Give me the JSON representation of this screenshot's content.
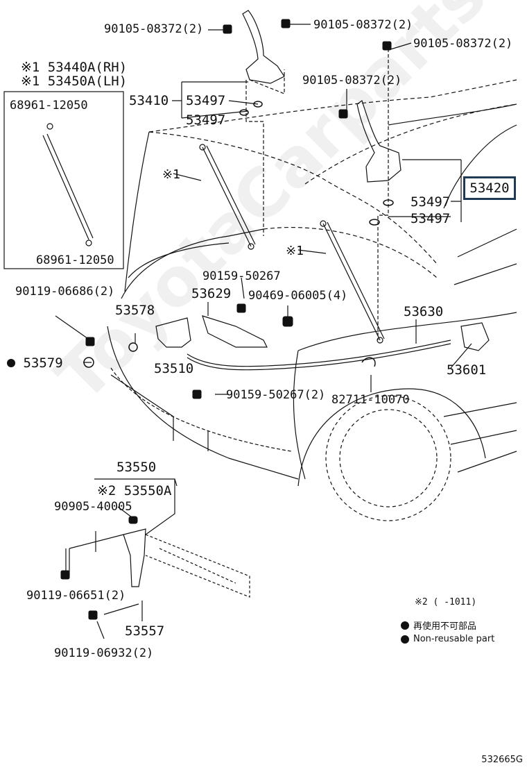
{
  "labels": {
    "p_90105_a": "90105-08372(2)",
    "p_90105_b": "90105-08372(2)",
    "p_90105_c": "90105-08372(2)",
    "p_90105_d": "90105-08372(2)",
    "p_53440a": "※1 53440A(RH)",
    "p_53450a": "※1 53450A(LH)",
    "p_68961_top": "68961-12050",
    "p_68961_bot": "68961-12050",
    "p_53410": "53410",
    "p_53497_a": "53497",
    "p_53497_b": "53497",
    "p_53497_c": "53497",
    "p_53497_d": "53497",
    "p_53420": "53420",
    "p_ref1_a": "※1",
    "p_ref1_b": "※1",
    "p_90119_06686": "90119-06686(2)",
    "p_90159_top": "90159-50267",
    "p_53629": "53629",
    "p_90469": "90469-06005(4)",
    "p_53578": "53578",
    "p_53630": "53630",
    "p_53579": "53579",
    "p_53510": "53510",
    "p_53601": "53601",
    "p_90159_bot": "90159-50267(2)",
    "p_82711": "82711-10070",
    "p_53550": "53550",
    "p_53550a": "※2 53550A",
    "p_90905": "90905-40005",
    "p_90119_06651": "90119-06651(2)",
    "p_53557": "53557",
    "p_90119_06932": "90119-06932(2)"
  },
  "footnote": "※2 (      -1011)",
  "legend": [
    {
      "icon": "filled-circle",
      "text": "再使用不可部品"
    },
    {
      "icon": "filled-circle",
      "text": "Non-reusable part"
    }
  ],
  "diagram_code": "532665G",
  "watermark": "ToyotaCarparts.ru",
  "colors": {
    "line": "#111111",
    "highlight_box": "#1f3a57"
  }
}
